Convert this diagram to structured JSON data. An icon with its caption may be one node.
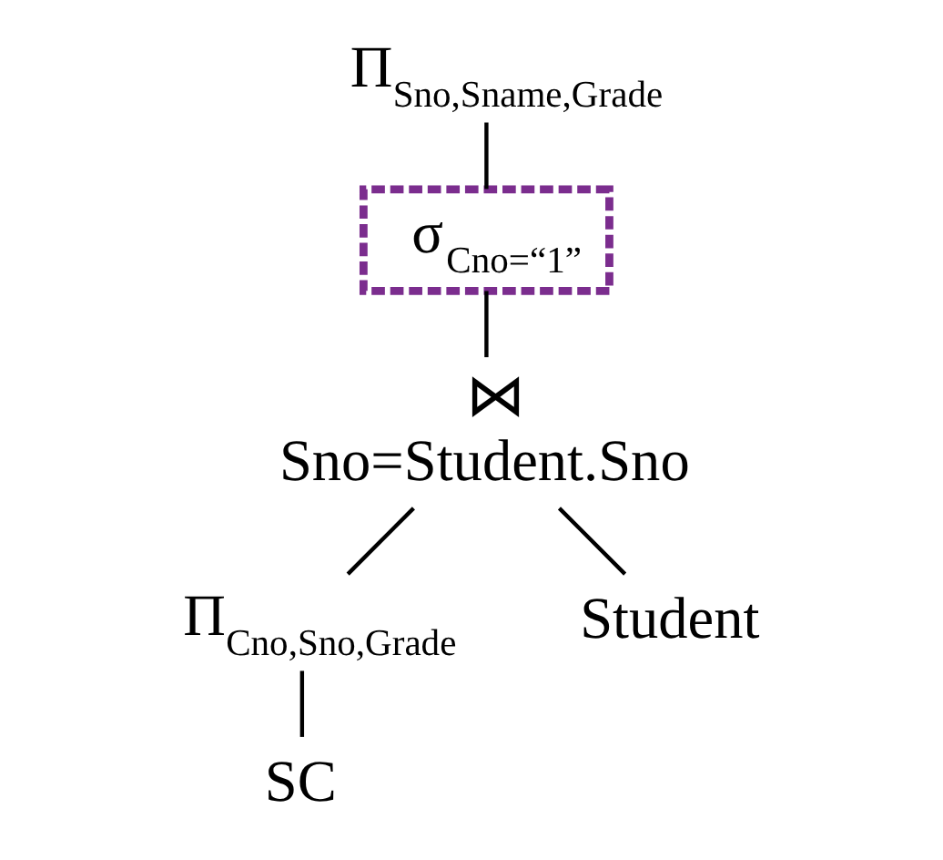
{
  "diagram": {
    "nodes": [
      {
        "text": [
          "Π$_{Sno,Sname,Grade}$"
        ]
      },
      {
        "text": [
          "σ$_{Cno=“1”}$"
        ]
      },
      {
        "text": [
          "⋈",
          "Sno=Student.Sno"
        ]
      },
      {
        "text": [
          "Π$_{Cno,Sno,Grade}$"
        ]
      },
      {
        "text": [
          "Student"
        ]
      },
      {
        "text": [
          "SC"
        ]
      }
    ],
    "edges": [
      {
        "from": 0,
        "to": 1,
        "arrow": "none"
      },
      {
        "from": 1,
        "to": 2,
        "arrow": "none"
      },
      {
        "from": 2,
        "to": 3,
        "arrow": "none"
      },
      {
        "from": 2,
        "to": 4,
        "arrow": "none"
      },
      {
        "from": 3,
        "to": 5,
        "arrow": "none"
      }
    ]
  }
}
